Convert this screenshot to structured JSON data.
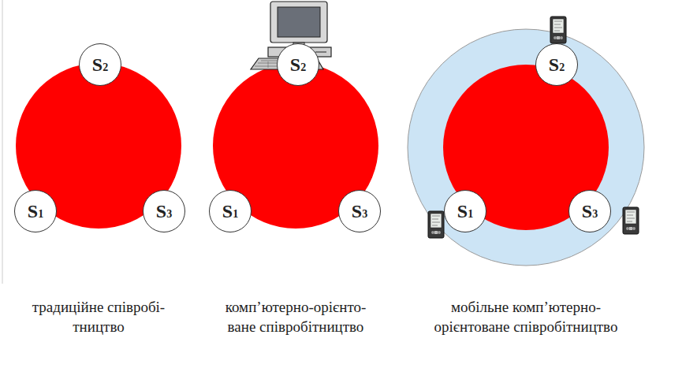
{
  "diagram": {
    "nodes": [
      {
        "text": [
          "S2"
        ]
      },
      {
        "text": [
          "S1"
        ]
      },
      {
        "text": [
          "S3"
        ]
      },
      {
        "text": [
          "S2"
        ]
      },
      {
        "text": [
          "S1"
        ]
      },
      {
        "text": [
          "S3"
        ]
      },
      {
        "text": [
          "S2"
        ]
      },
      {
        "text": [
          "S1"
        ]
      },
      {
        "text": [
          "S3"
        ]
      }
    ],
    "labels": [
      "традиційне співробі- тництво",
      "комп’ютерно-орієнто- ване співробітництво",
      "мобільне комп’ютерно- орієнтоване співробітництво"
    ]
  }
}
